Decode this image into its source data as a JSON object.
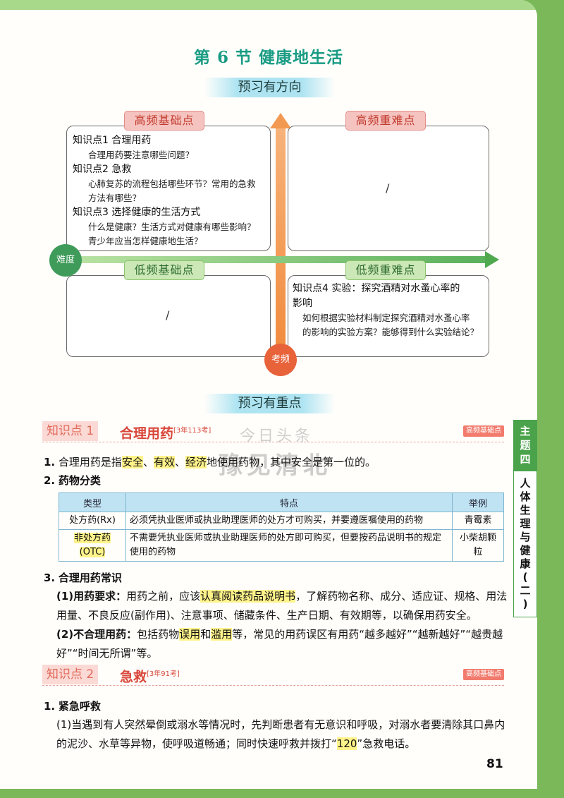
{
  "section_title": "第 6 节   健康地生活",
  "banner_preview_direction": "预习有方向",
  "banner_preview_points": "预习有重点",
  "quadrants": {
    "high_basic": {
      "label": "高频基础点",
      "items": [
        {
          "head": "知识点1  合理用药",
          "questions": [
            "合理用药要注意哪些问题？"
          ]
        },
        {
          "head": "知识点2  急救",
          "questions": [
            "心肺复苏的流程包括哪些环节？常用的急救",
            "方法有哪些？"
          ]
        },
        {
          "head": "知识点3  选择健康的生活方式",
          "questions": [
            "什么是健康？生活方式对健康有哪些影响？",
            "青少年应当怎样健康地生活？"
          ]
        }
      ]
    },
    "high_difficult": {
      "label": "高频重难点",
      "content": "/"
    },
    "low_basic": {
      "label": "低频基础点",
      "content": "/"
    },
    "low_difficult": {
      "label": "低频重难点",
      "items": [
        {
          "head": "知识点4  实验：探究酒精对水蚤心率的",
          "head2": "影响",
          "questions": [
            "如何根据实验材料制定探究酒精对水蚤心率",
            "的影响的实验方案？能够得到什么实验结论？"
          ]
        }
      ]
    }
  },
  "axis_labels": {
    "difficulty": "难度",
    "frequency": "考频"
  },
  "kp1": {
    "tag": "知识点",
    "num": "1",
    "title": "合理用药",
    "sup": "[3年113考]",
    "badge": "高频基础点",
    "p1_num": "1.",
    "p1_a": "合理用药是指",
    "p1_hl1": "安全",
    "p1_sep1": "、",
    "p1_hl2": "有效",
    "p1_sep2": "、",
    "p1_hl3": "经济",
    "p1_b": "地使用药物，其中安全是第一位的。",
    "p2_num": "2.",
    "p2_title": "药物分类",
    "table_headers": [
      "类型",
      "特点",
      "举例"
    ],
    "table_rows": [
      {
        "type": "处方药(Rx)",
        "feature": "必须凭执业医师或执业助理医师的处方才可购买，并要遵医嘱使用的药物",
        "example": "青霉素"
      },
      {
        "type": "非处方药(OTC)",
        "feature": "不需要凭执业医师或执业助理医师的处方即可购买，但要按药品说明书的规定使用的药物",
        "example": "小柴胡颗粒"
      }
    ],
    "p3_num": "3.",
    "p3_title": "合理用药常识",
    "p3_1_label": "(1)用药要求：",
    "p3_1_a": "用药之前，应该",
    "p3_1_hl": "认真阅读药品说明书",
    "p3_1_b": "，了解药物名称、成分、适应证、规格、用法用量、不良反应(副作用)、注意事项、储藏条件、生产日期、有效期等，以确保用药安全。",
    "p3_2_label": "(2)不合理用药：",
    "p3_2_a": "包括药物",
    "p3_2_hl1": "误用",
    "p3_2_mid": "和",
    "p3_2_hl2": "滥用",
    "p3_2_b": "等，常见的用药误区有用药“越多越好”“越新越好”“越贵越好”“时间无所谓”等。"
  },
  "kp2": {
    "tag": "知识点",
    "num": "2",
    "title": "急救",
    "sup": "[3年91考]",
    "badge": "高频基础点",
    "p1_num": "1.",
    "p1_title": "紧急呼救",
    "p1_text_a": "(1)当遇到有人突然晕倒或溺水等情况时，先判断患者有无意识和呼吸，对溺水者要清除其口鼻内的泥沙、水草等异物，使呼吸道畅通；同时快速呼救并拨打“",
    "p1_hl": "120",
    "p1_text_b": "”急救电话。"
  },
  "side_tab": {
    "theme": "主题四",
    "topic": "人体生理与健康(二)"
  },
  "page_number": "81",
  "watermark": {
    "line1": "今日头条",
    "line2": "豫见清北"
  }
}
